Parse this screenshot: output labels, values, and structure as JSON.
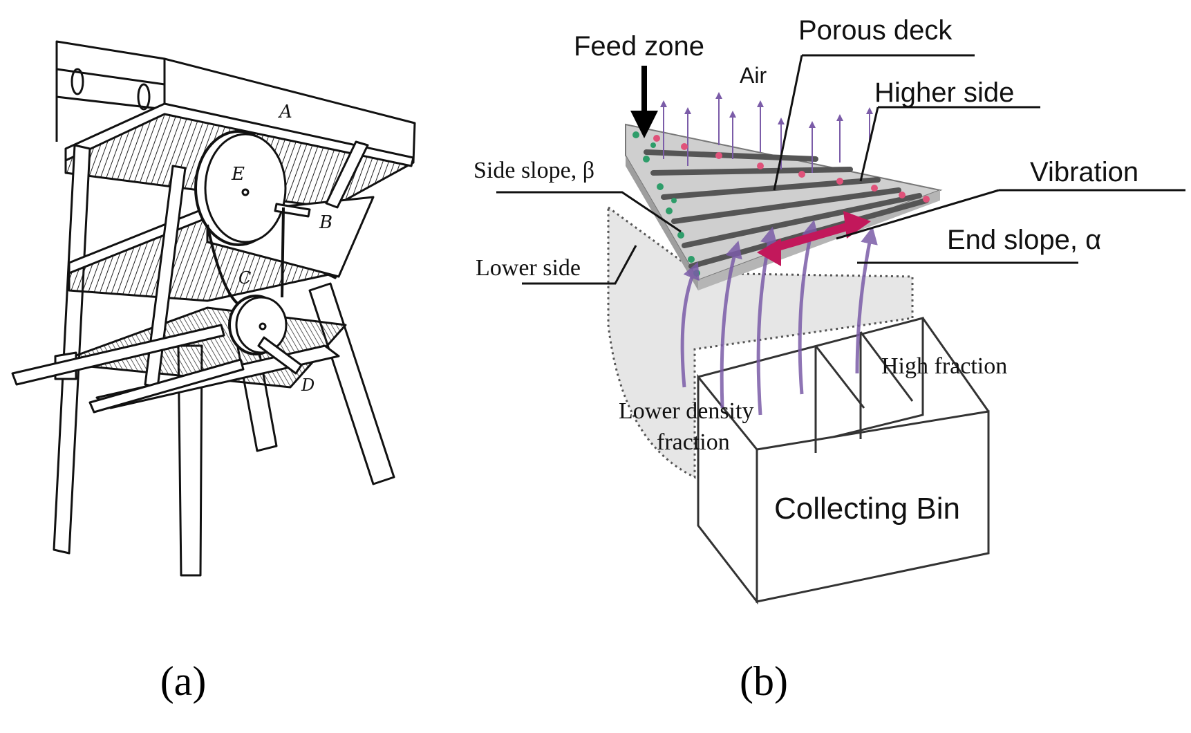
{
  "panel_a": {
    "caption": "(a)",
    "part_labels": {
      "A": "A",
      "B": "B",
      "C": "C",
      "D": "D",
      "E": "E"
    }
  },
  "panel_b": {
    "caption": "(b)",
    "labels": {
      "feed_zone": "Feed zone",
      "porous_deck": "Porous deck",
      "air": "Air",
      "higher_side": "Higher side",
      "side_slope": "Side slope, β",
      "vibration": "Vibration",
      "end_slope": "End slope, α",
      "lower_side": "Lower side",
      "high_fraction": "High fraction",
      "lower_density_line1": "Lower density",
      "lower_density_line2": "fraction",
      "collecting_bin": "Collecting Bin"
    },
    "colors": {
      "air_arrows": "#7b5ca8",
      "vibration_arrow": "#c2185b",
      "deck": "#9e9e9e",
      "particles_green": "#2e9d6a",
      "particles_red": "#e0527a"
    }
  }
}
